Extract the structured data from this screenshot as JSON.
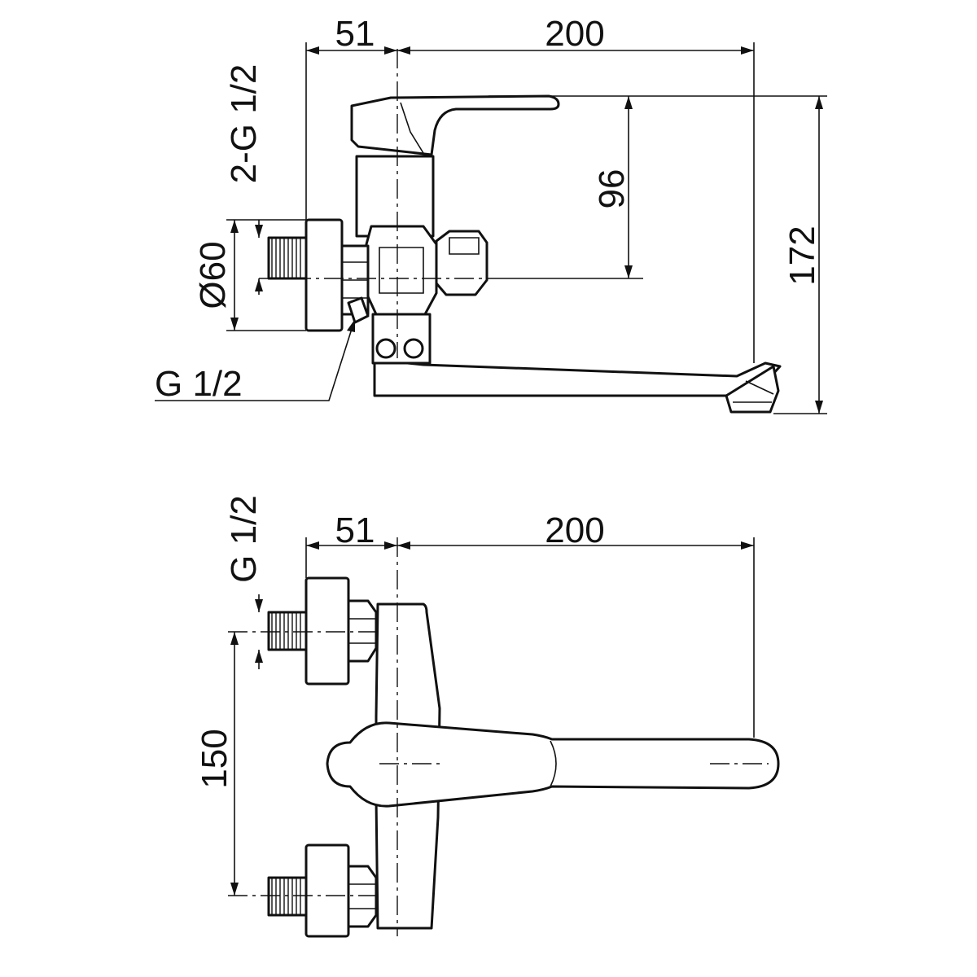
{
  "side_view": {
    "dim_flange_to_axis": "51",
    "dim_spout_reach": "200",
    "dim_handle_height": "96",
    "dim_total_height": "172",
    "dim_flange_diameter": "Ø60",
    "label_inlet_threads": "2-G 1/2",
    "label_outlet_thread": "G 1/2"
  },
  "top_view": {
    "dim_flange_to_axis": "51",
    "dim_spout_reach": "200",
    "dim_inlet_spacing": "150",
    "label_inlet_thread": "G 1/2"
  }
}
